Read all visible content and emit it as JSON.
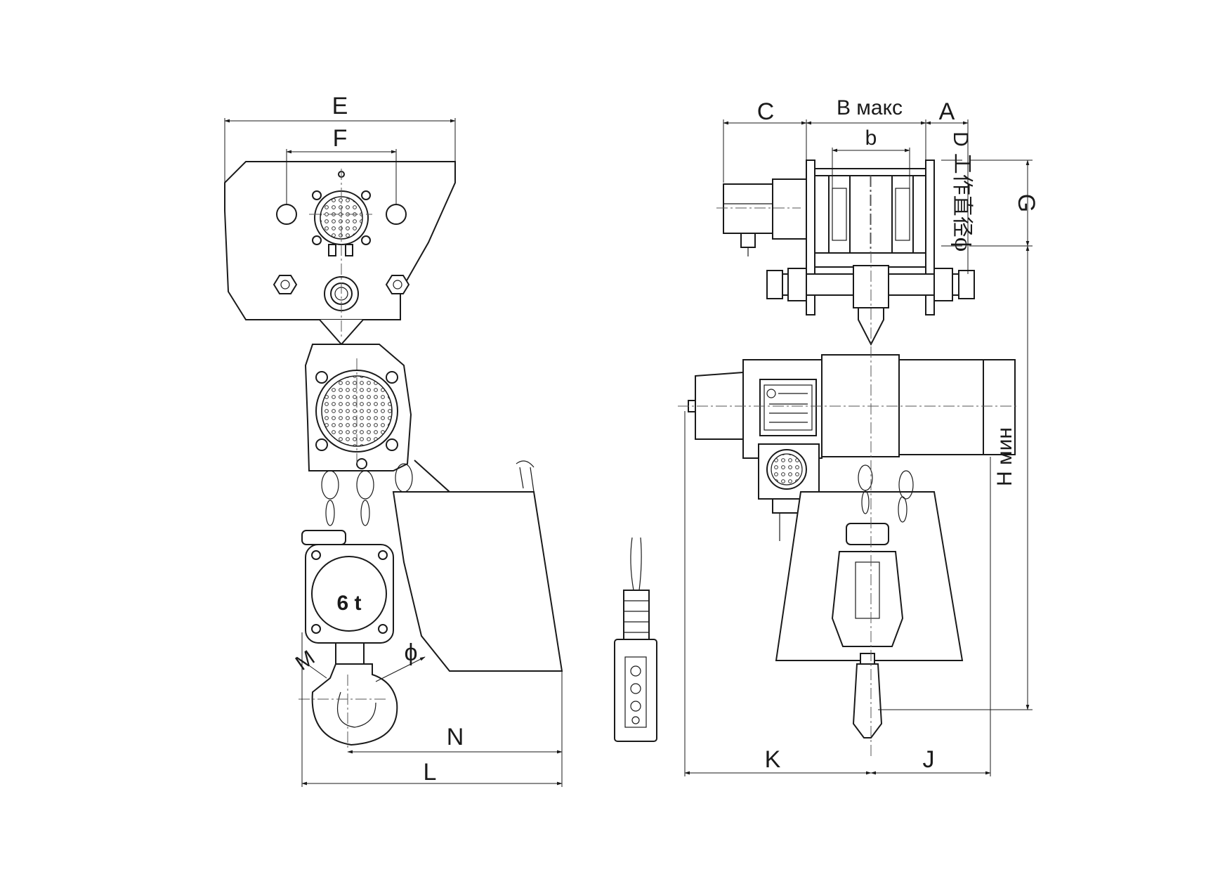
{
  "dimensions": {
    "left_view": {
      "E": "E",
      "F": "F",
      "N": "N",
      "L": "L",
      "M": "M",
      "phi": "ϕ"
    },
    "right_view": {
      "C": "C",
      "B_max": "B макс",
      "A": "A",
      "b": "b",
      "D": "D",
      "beam_note": "工作直径ϕ",
      "G": "G",
      "H_min": "H мин",
      "K": "K",
      "J": "J"
    }
  },
  "labels": {
    "capacity": "6 t"
  },
  "colors": {
    "line": "#1a1a1a",
    "background": "#ffffff"
  }
}
